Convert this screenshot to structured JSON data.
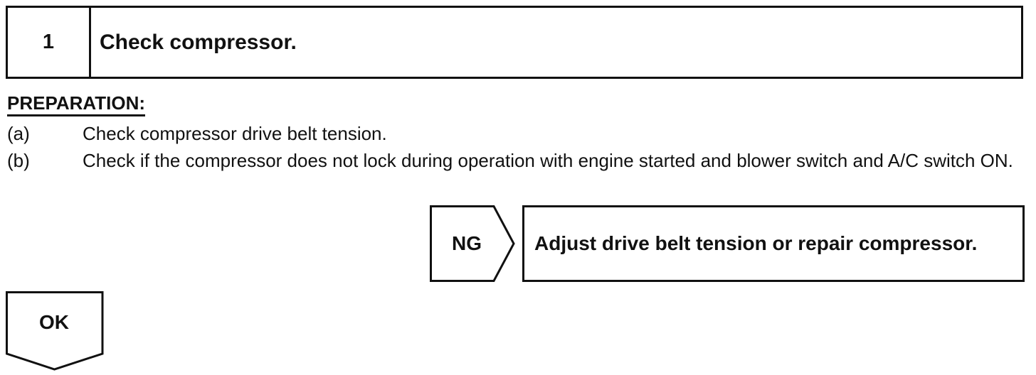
{
  "step": {
    "number": "1",
    "title": "Check compressor."
  },
  "preparation": {
    "heading": "PREPARATION:",
    "items": [
      {
        "marker": "(a)",
        "text": "Check compressor drive belt tension."
      },
      {
        "marker": "(b)",
        "text": "Check if the compressor does not lock during operation with engine started and blower switch and A/C switch ON."
      }
    ]
  },
  "result_ng": {
    "label": "NG",
    "action": "Adjust drive belt tension or repair compressor."
  },
  "result_ok": {
    "label": "OK"
  }
}
